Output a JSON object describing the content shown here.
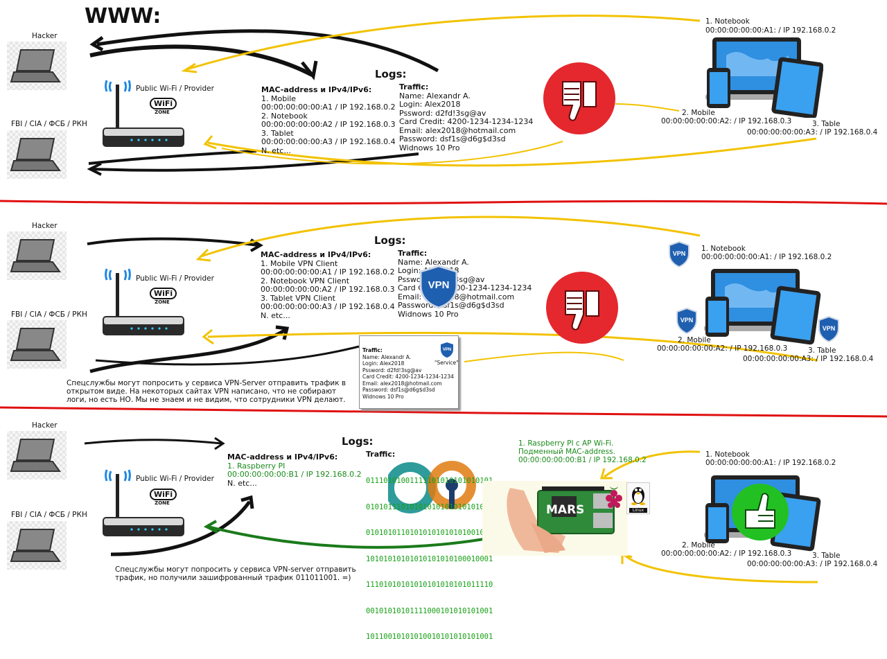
{
  "www_title": "WWW:",
  "panel1": {
    "hacker_label": "Hacker",
    "fbi_label": "FBI / CIA / ФСБ / РКН",
    "router_label": "Public Wi-Fi / Provider",
    "wifi_badge": "WiFi",
    "wifi_zone": "ZONE",
    "logs_title": "Logs:",
    "mac_title": "MAC-address и IPv4/IPv6:",
    "mac_lines": [
      "1. Mobile",
      "00:00:00:00:00:A1 / IP 192.168.0.2",
      "2. Notebook",
      "00:00:00:00:00:A2 / IP 192.168.0.3",
      "3. Tablet",
      "00:00:00:00:00:A3 / IP 192.168.0.4",
      "N. etc..."
    ],
    "traffic_title": "Traffic:",
    "traffic_lines": [
      "Name: Alexandr A.",
      "Login: Alex2018",
      "Pssword: d2fd!3sg@av",
      "Card Credit: 4200-1234-1234-1234",
      "Email: alex2018@hotmail.com",
      "Password: dsf1s@d6g$d3sd",
      "Widnows 10 Pro"
    ],
    "notebook_label": "1. Notebook",
    "notebook_ip": "00:00:00:00:00:A1: / IP 192.168.0.2",
    "mobile_label": "2. Mobile",
    "mobile_ip": "00:00:00:00:00:A2: / IP 192.168.0.3",
    "tablet_label": "3. Table",
    "tablet_ip": "00:00:00:00:00:A3: / IP 192.168.0.4"
  },
  "panel2": {
    "hacker_label": "Hacker",
    "fbi_label": "FBI / CIA / ФСБ / РКН",
    "router_label": "Public Wi-Fi / Provider",
    "wifi_badge": "WiFi",
    "wifi_zone": "ZONE",
    "logs_title": "Logs:",
    "mac_title": "MAC-address и IPv4/IPv6:",
    "mac_lines": [
      "1. Mobile VPN Client",
      "00:00:00:00:00:A1 / IP 192.168.0.2",
      "2. Notebook VPN Client",
      "00:00:00:00:00:A2 / IP 192.168.0.3",
      "3. Tablet VPN Client",
      "00:00:00:00:00:A3 / IP 192.168.0.4",
      "N. etc..."
    ],
    "traffic_title": "Traffic:",
    "traffic_lines": [
      "Name: Alexandr A.",
      "Login: Alex2018",
      "Pssword: d2fd!3sg@av",
      "Card Credit: 4200-1234-1234-1234",
      "Email: alex2018@hotmail.com",
      "Password: dsf1s@d6g$d3sd",
      "Widnows 10 Pro"
    ],
    "vpn_badge": "VPN",
    "service_box": {
      "title": "Traffic:",
      "lines": [
        "Name: Alexandr A.",
        "Login: Alex2018",
        "Pssword: d2fd!3sg@av",
        "Card Credit: 4200-1234-1234-1234",
        "Email: alex2018@hotmail.com",
        "Password: dsf1s@d6g$d3sd",
        "Widnows 10 Pro"
      ],
      "service_label": "\"Service\""
    },
    "note": "Спецслужбы могут попросить у сервиса VPN-Server отправить трафик в\nоткрытом виде. На некоторых сайтах VPN написано, что не собирают\nлоги, но есть НО. Мы не знаем и не видим, что сотрудники VPN делают.",
    "notebook_label": "1. Notebook",
    "notebook_ip": "00:00:00:00:00:A1: / IP 192.168.0.2",
    "mobile_label": "2. Mobile",
    "mobile_ip": "00:00:00:00:00:A2: / IP 192.168.0.3",
    "tablet_label": "3. Table",
    "tablet_ip": "00:00:00:00:00:A3: / IP 192.168.0.4"
  },
  "panel3": {
    "hacker_label": "Hacker",
    "fbi_label": "FBI / CIA / ФСБ / РКН",
    "router_label": "Public Wi-Fi / Provider",
    "wifi_badge": "WiFi",
    "wifi_zone": "ZONE",
    "logs_title": "Logs:",
    "mac_title": "MAC-address и IPv4/IPv6:",
    "mac_line1": "1. Raspberry PI",
    "mac_line2": "00:00:00:00:00:B1 / IP 192.168.0.2",
    "mac_line3": "N. etc...",
    "traffic_title": "Traffic:",
    "binary_lines": [
      "01110101001111101010101010101",
      "01010111010101010101010101010",
      "01010101101010101010101001010",
      "10101010101010101010100010001",
      "11101010101010101010101011110",
      "00101010101111000101010101001",
      "10110010101010010101010101001"
    ],
    "rpi_title": "1. Raspberry PI с AP Wi-Fi.",
    "rpi_mac_note": "Подменный MAC-address.",
    "rpi_ip": "00:00:00:00:00:B1 / IP 192.168.0.2",
    "mars_label": "MARS",
    "linux_label": "Linux",
    "note": "Спецслужбы могут попросить у сервиса VPN-server отправить\nтрафик, но получили зашифрованный трафик 011011001. =)",
    "notebook_label": "1. Notebook",
    "notebook_ip": "00:00:00:00:00:A1: / IP 192.168.0.2",
    "mobile_label": "2. Mobile",
    "mobile_ip": "00:00:00:00:00:A2: / IP 192.168.0.3",
    "tablet_label": "3. Table",
    "tablet_ip": "00:00:00:00:00:A3: / IP 192.168.0.4"
  },
  "colors": {
    "black_arrow": "#111111",
    "yellow_arrow": "#f2c200",
    "green_arrow": "#1a7a1a",
    "red_divider": "#e01010",
    "thumbs_down": "#e4282d",
    "thumbs_up": "#22c022",
    "vpn_shield": "#1f5fb0"
  }
}
